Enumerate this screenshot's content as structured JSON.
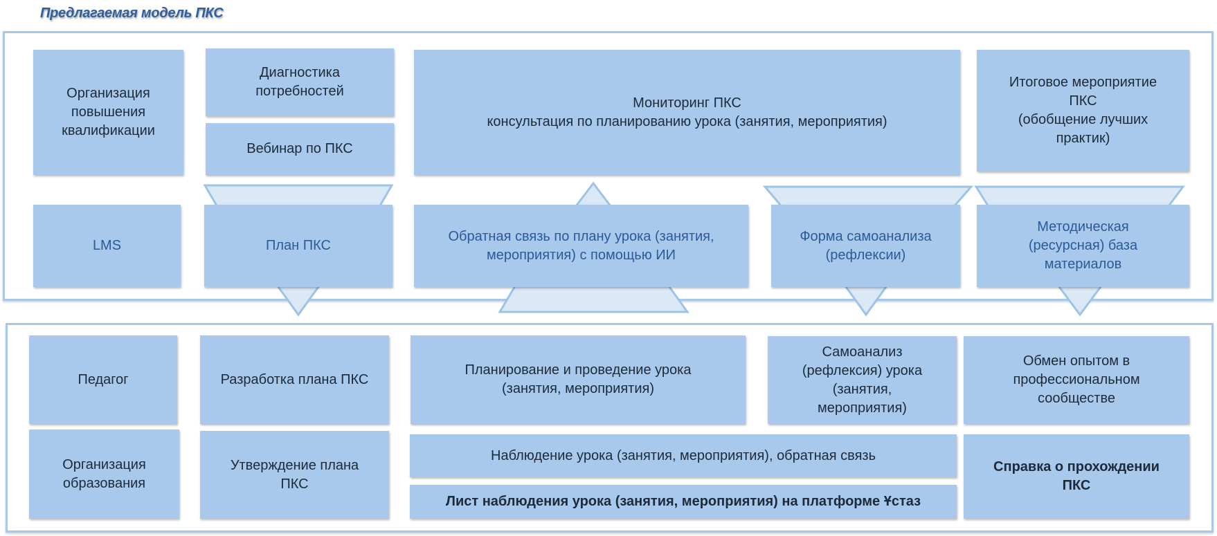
{
  "title": "Предлагаемая модель ПКС",
  "colors": {
    "box_fill": "#a8c9eb",
    "arrow_fill": "#dbe8f6",
    "frame_border": "#a9c8e8",
    "title_color": "#2e5f9e",
    "blue_text": "#2a5a97"
  },
  "top_section": {
    "row1": [
      {
        "id": "org-pk",
        "label": "Организация\nповышения\nквалификации"
      },
      {
        "id": "diagnostics",
        "label": "Диагностика\nпотребностей"
      },
      {
        "id": "webinar",
        "label": "Вебинар по ПКС"
      },
      {
        "id": "monitoring",
        "label": "Мониторинг ПКС\nконсультация  по планированию урока (занятия, мероприятия)"
      },
      {
        "id": "final-event",
        "label": "Итоговое мероприятие\nПКС\n(обобщение лучших\nпрактик)"
      }
    ],
    "row2": [
      {
        "id": "lms",
        "label": "LMS"
      },
      {
        "id": "plan",
        "label": "План ПКС"
      },
      {
        "id": "ai-feedback",
        "label": "Обратная связь по плану урока  (занятия,\nмероприятия) с помощью ИИ"
      },
      {
        "id": "self-analysis-form",
        "label": "Форма самоанализа\n(рефлексии)"
      },
      {
        "id": "method-base",
        "label": "Методическая\n(ресурсная) база\nматериалов"
      }
    ]
  },
  "bottom_section": {
    "row1": [
      {
        "id": "teacher",
        "label": "Педагог"
      },
      {
        "id": "plan-dev",
        "label": "Разработка плана ПКС"
      },
      {
        "id": "planning-lesson",
        "label": "Планирование и проведение урока\n(занятия, мероприятия)"
      },
      {
        "id": "self-analysis",
        "label": "Самоанализ\n(рефлексия) урока\n(занятия,\nмероприятия)"
      },
      {
        "id": "exchange",
        "label": "Обмен опытом в\nпрофессиональном\nсообществе"
      }
    ],
    "row2": [
      {
        "id": "edu-org",
        "label": "Организация\nобразования"
      },
      {
        "id": "plan-approve",
        "label": "Утверждение плана\nПКС"
      },
      {
        "id": "observation",
        "label": "Наблюдение урока (занятия, мероприятия), обратная связь"
      },
      {
        "id": "observation-sheet",
        "label": "Лист наблюдения урока (занятия, мероприятия)  на платформе Ұстаз"
      },
      {
        "id": "certificate",
        "label": "Справка о прохождении\nПКС"
      }
    ]
  }
}
